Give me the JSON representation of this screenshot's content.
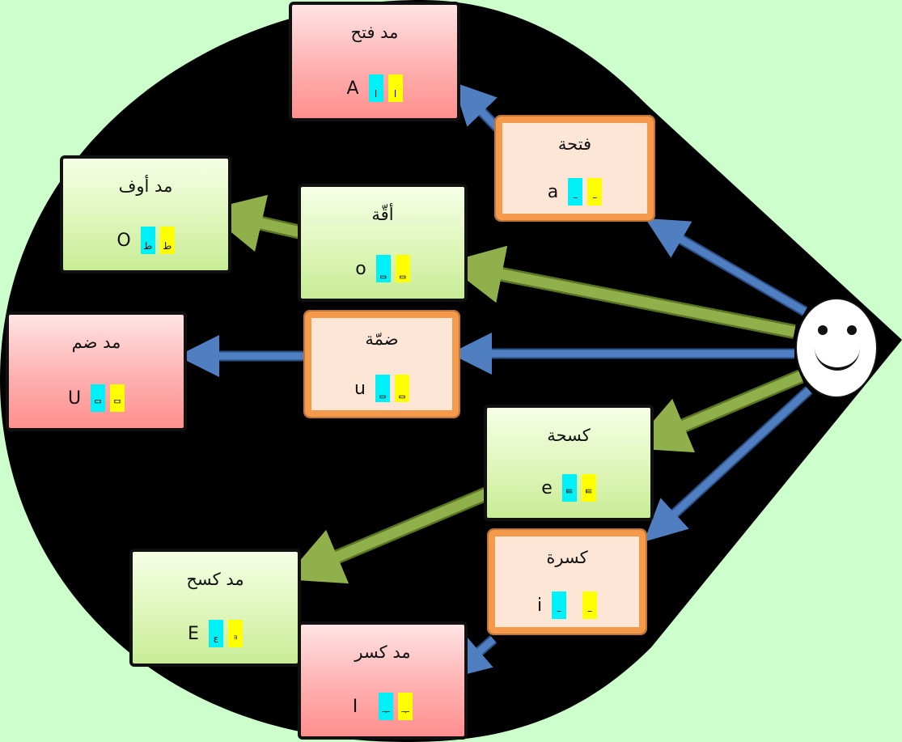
{
  "colors": {
    "background": "#ccffcc",
    "blob": "#000000",
    "arrow_blue": "#4f7fc0",
    "arrow_green": "#8fb04a",
    "tile_cyan": "#00f0f8",
    "tile_yellow": "#ffff00"
  },
  "face": {
    "icon": "smiley-face-icon"
  },
  "boxes": {
    "mad_fath": {
      "title": "مد فتح",
      "latin": "A",
      "glyph_cyan": "ا",
      "glyph_yellow": "ا"
    },
    "fatha": {
      "title": "فتحة",
      "latin": "a",
      "glyph_cyan": "–",
      "glyph_yellow": "–"
    },
    "mad_ouf": {
      "title": "مد أوف",
      "latin": "O",
      "glyph_cyan": "ط",
      "glyph_yellow": "ط"
    },
    "uffa": {
      "title": "أقّة",
      "latin": "o",
      "glyph_cyan": "ᆷ",
      "glyph_yellow": "ᆷ"
    },
    "mad_dam": {
      "title": "مد ضم",
      "latin": "U",
      "glyph_cyan": "ᄆ",
      "glyph_yellow": "ᄆ"
    },
    "damma": {
      "title": "ضمّة",
      "latin": "u",
      "glyph_cyan": "ᆷ",
      "glyph_yellow": "ᆷ"
    },
    "kasha": {
      "title": "كسحة",
      "latin": "e",
      "glyph_cyan": "ᄐ",
      "glyph_yellow": "ᄐ"
    },
    "mad_kash": {
      "title": "مد كسح",
      "latin": "E",
      "glyph_cyan": "ε",
      "glyph_yellow": "ᴲ"
    },
    "kasra": {
      "title": "كسرة",
      "latin": "i",
      "glyph_cyan": "–",
      "glyph_yellow": "–"
    },
    "mad_kasr": {
      "title": "مد كسر",
      "latin": "I",
      "glyph_cyan": "ᅮ",
      "glyph_yellow": "ᅮ"
    }
  }
}
